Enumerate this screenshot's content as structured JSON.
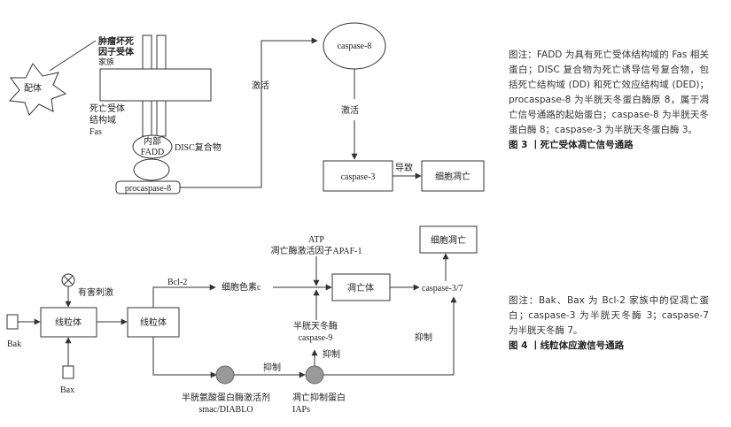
{
  "fig3": {
    "ligand": "配体",
    "tnfr_line1": "肿瘤坏死",
    "tnfr_line2": "因子受体",
    "tnfr_line3": "家族",
    "dd_line1": "死亡受体",
    "dd_line2": "结构域",
    "dd_line3": "Fas",
    "fadd_line1": "内部",
    "fadd_line2": "FADD",
    "disc": "DISC复合物",
    "procaspase8": "procaspase-8",
    "activate1": "激活",
    "caspase8": "caspase-8",
    "activate2": "激活",
    "caspase3": "caspase-3",
    "leads_to": "导致",
    "apoptosis": "细胞凋亡"
  },
  "fig4": {
    "harmful_stimulus": "有害刺激",
    "bak": "Bak",
    "bax": "Bax",
    "mito1": "线粒体",
    "mito2": "线粒体",
    "bcl2": "Bcl-2",
    "cytc": "细胞色素c",
    "atp": "ATP",
    "apaf1": "凋亡酶激活因子APAF-1",
    "apoptosome": "凋亡体",
    "caspase37": "caspase-3/7",
    "apoptosis": "细胞凋亡",
    "caspase9_line1": "半胱天冬酶",
    "caspase9_line2": "caspase-9",
    "inhibit1": "抑制",
    "inhibit2": "抑制",
    "inhibit3": "抑制",
    "smac_line1": "半胱氨酸蛋白酶激活剂",
    "smac_line2": "smac/DIABLO",
    "iap_line1": "凋亡抑制蛋白",
    "iap_line2": "IAPs"
  },
  "notes": {
    "fig3_note": "图注：FADD 为具有死亡受体结构域的 Fas 相关蛋白；DISC 复合物为死亡诱导信号复合物，包括死亡结构域 (DD) 和死亡效应结构域 (DED)；procaspase-8 为半胱天冬蛋白酶原 8，属于凋亡信号通路的起始蛋白；caspase-8 为半胱天冬蛋白酶 8；caspase-3 为半胱天冬蛋白酶 3。",
    "fig3_caption": "图 3 丨死亡受体凋亡信号通路",
    "fig4_note": "图注：Bak、Bax 为 Bcl-2 家族中的促凋亡蛋白；caspase-3 为半胱天冬酶 3；caspase-7 为半胱天冬酶 7。",
    "fig4_caption": "图 4 丨线粒体应激信号通路"
  }
}
